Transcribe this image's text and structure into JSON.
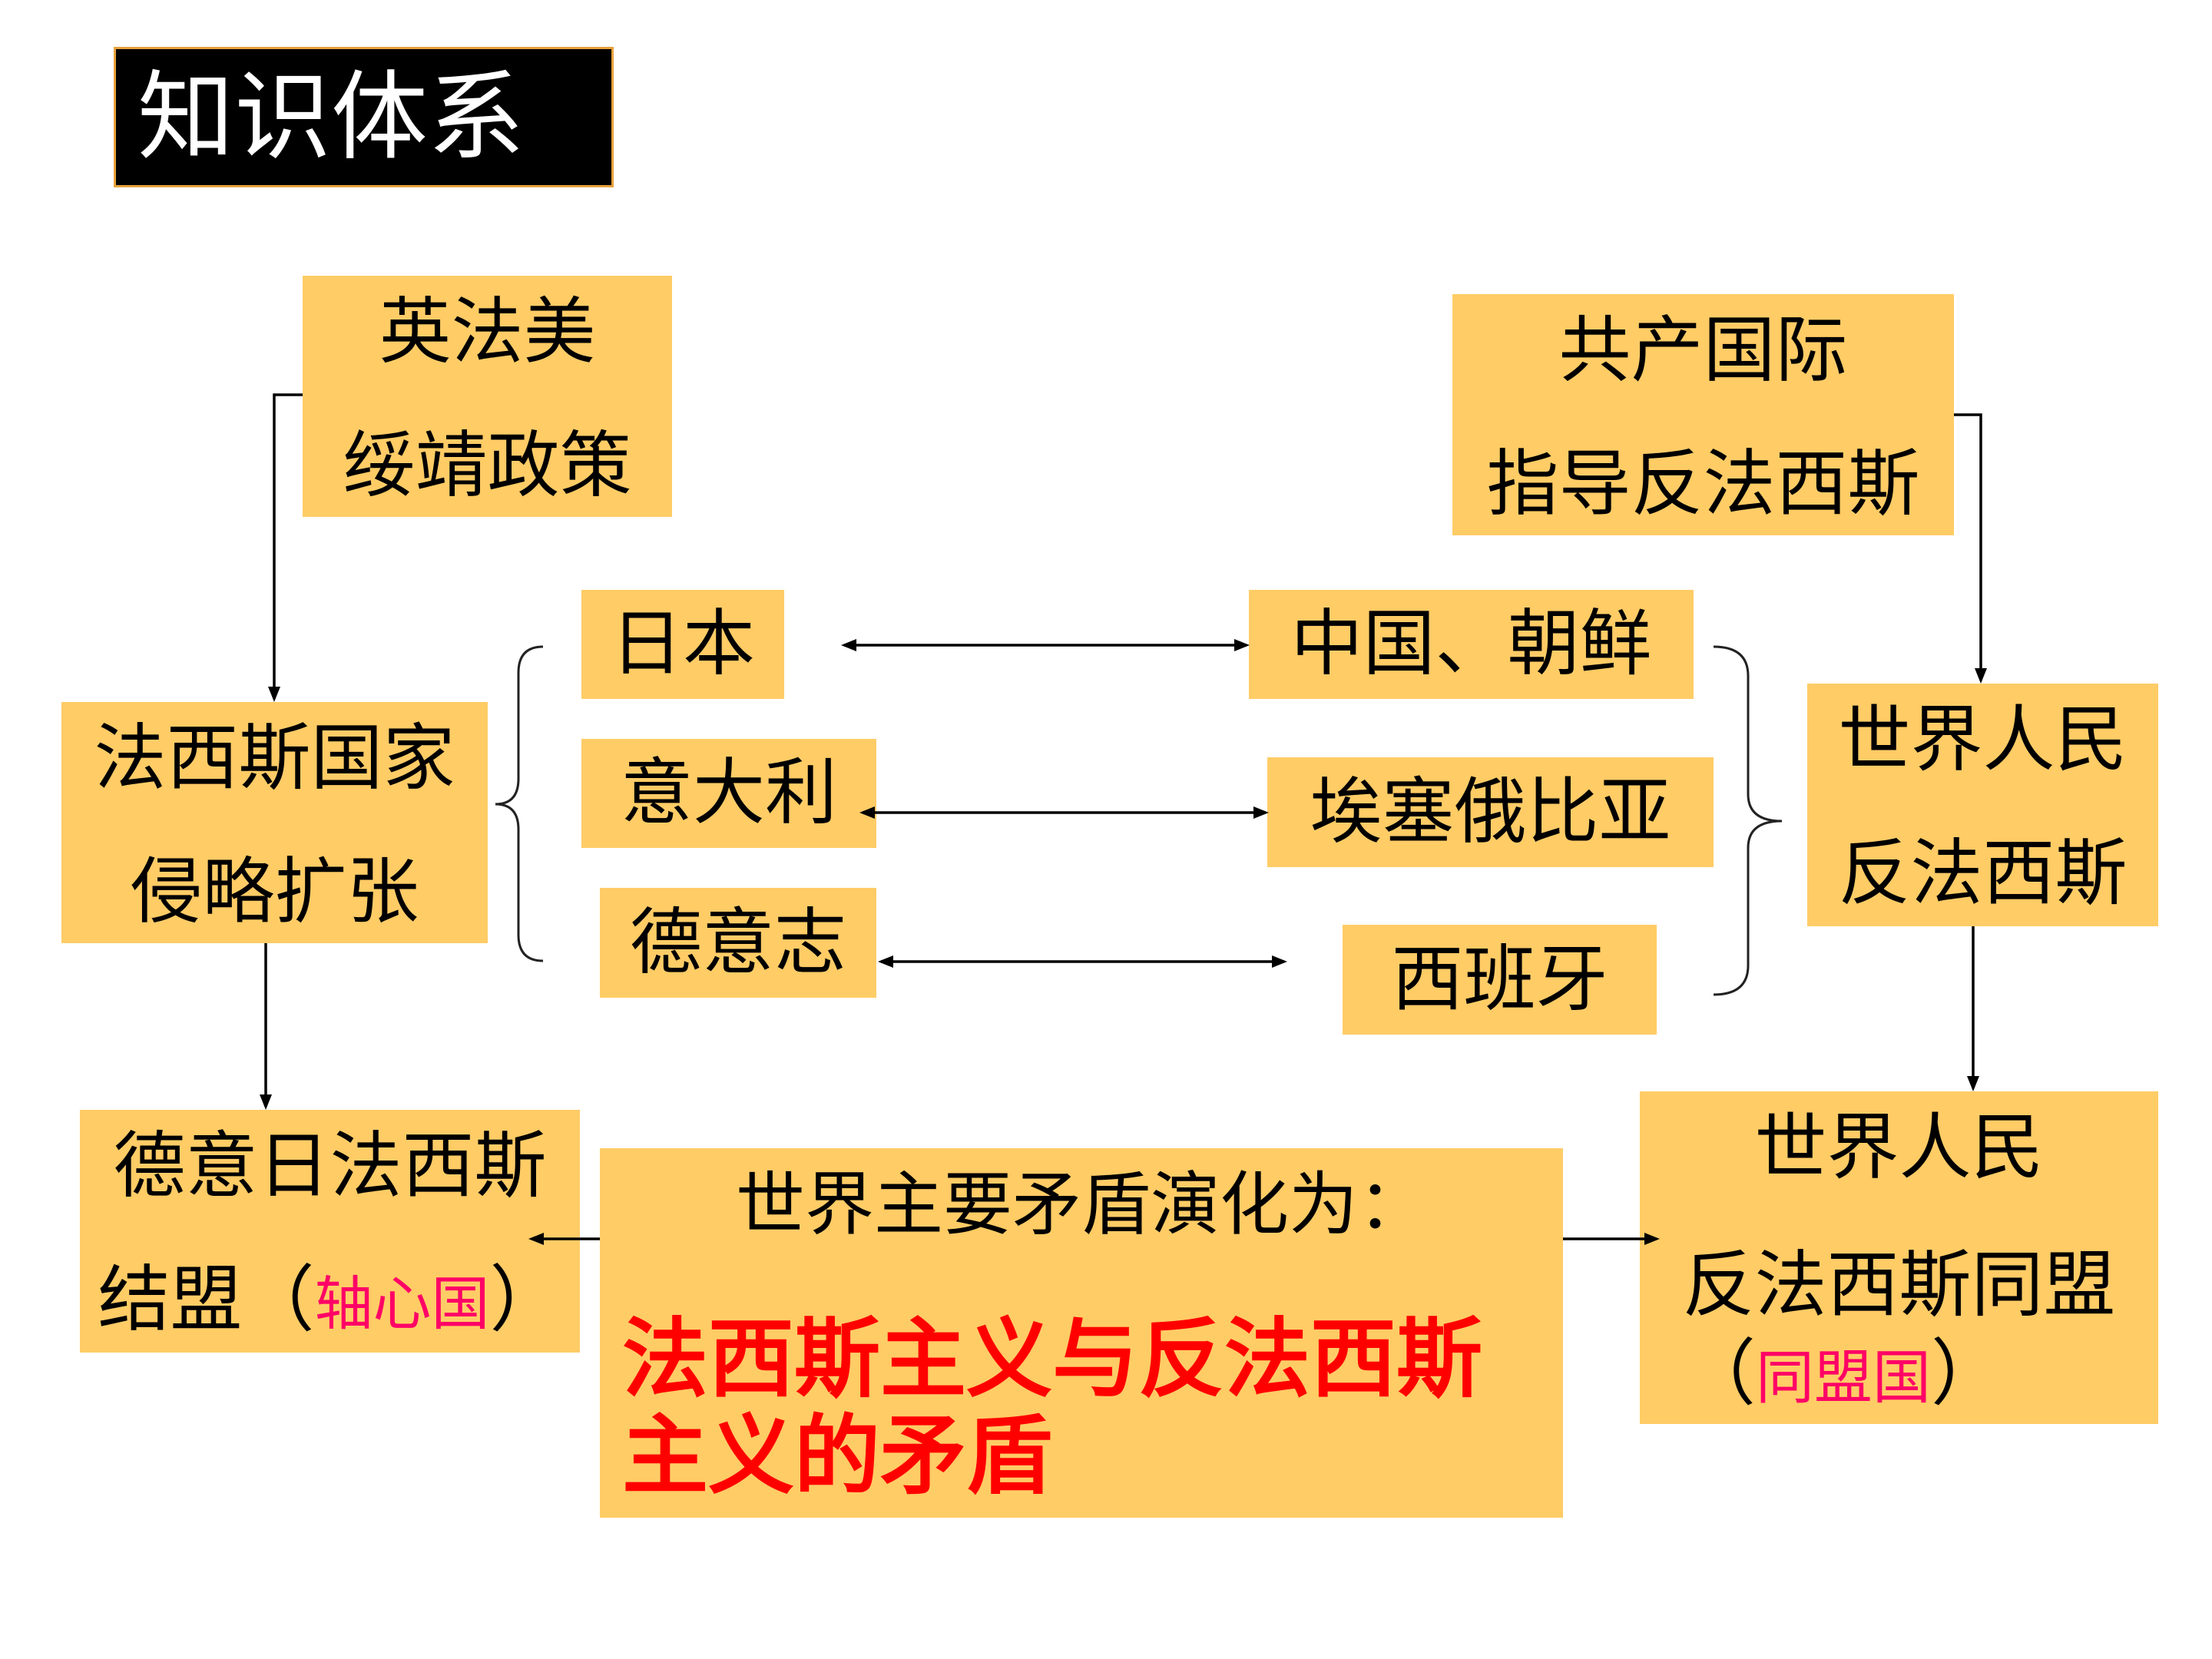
{
  "title": "知识体系",
  "appeasement": {
    "lines": [
      "英法美",
      "绥靖政策"
    ]
  },
  "comintern": {
    "lines": [
      "共产国际",
      "指导反法西斯"
    ]
  },
  "aggressors": {
    "japan": "日本",
    "italy": "意大利",
    "germany": "德意志"
  },
  "victims": {
    "china_korea": "中国、朝鲜",
    "ethiopia": "埃塞俄比亚",
    "spain": "西班牙"
  },
  "fascist_states": {
    "lines": [
      "法西斯国家",
      "侵略扩张"
    ]
  },
  "world_people": {
    "lines": [
      "世界人民",
      "反法西斯"
    ]
  },
  "axis": {
    "line1": "德意日法西斯",
    "line2_prefix": "结盟（",
    "line2_highlight": "轴心国",
    "line2_suffix": "）"
  },
  "contradiction": {
    "heading": "世界主要矛盾演化为：",
    "highlight_lines": [
      "法西斯主义与反法西斯",
      "主义的矛盾"
    ]
  },
  "allies": {
    "line1": "世界人民",
    "line2": "反法西斯同盟",
    "line3_prefix": "（",
    "line3_highlight": "同盟国",
    "line3_suffix": "）"
  },
  "colors": {
    "box_fill": "#FFCC66",
    "title_bg": "#000000",
    "title_text": "#FFFFFF",
    "title_border": "#E6A23C",
    "highlight_red": "#FF0000",
    "highlight_pink": "#FF0066",
    "text": "#000000",
    "connector": "#000000"
  }
}
